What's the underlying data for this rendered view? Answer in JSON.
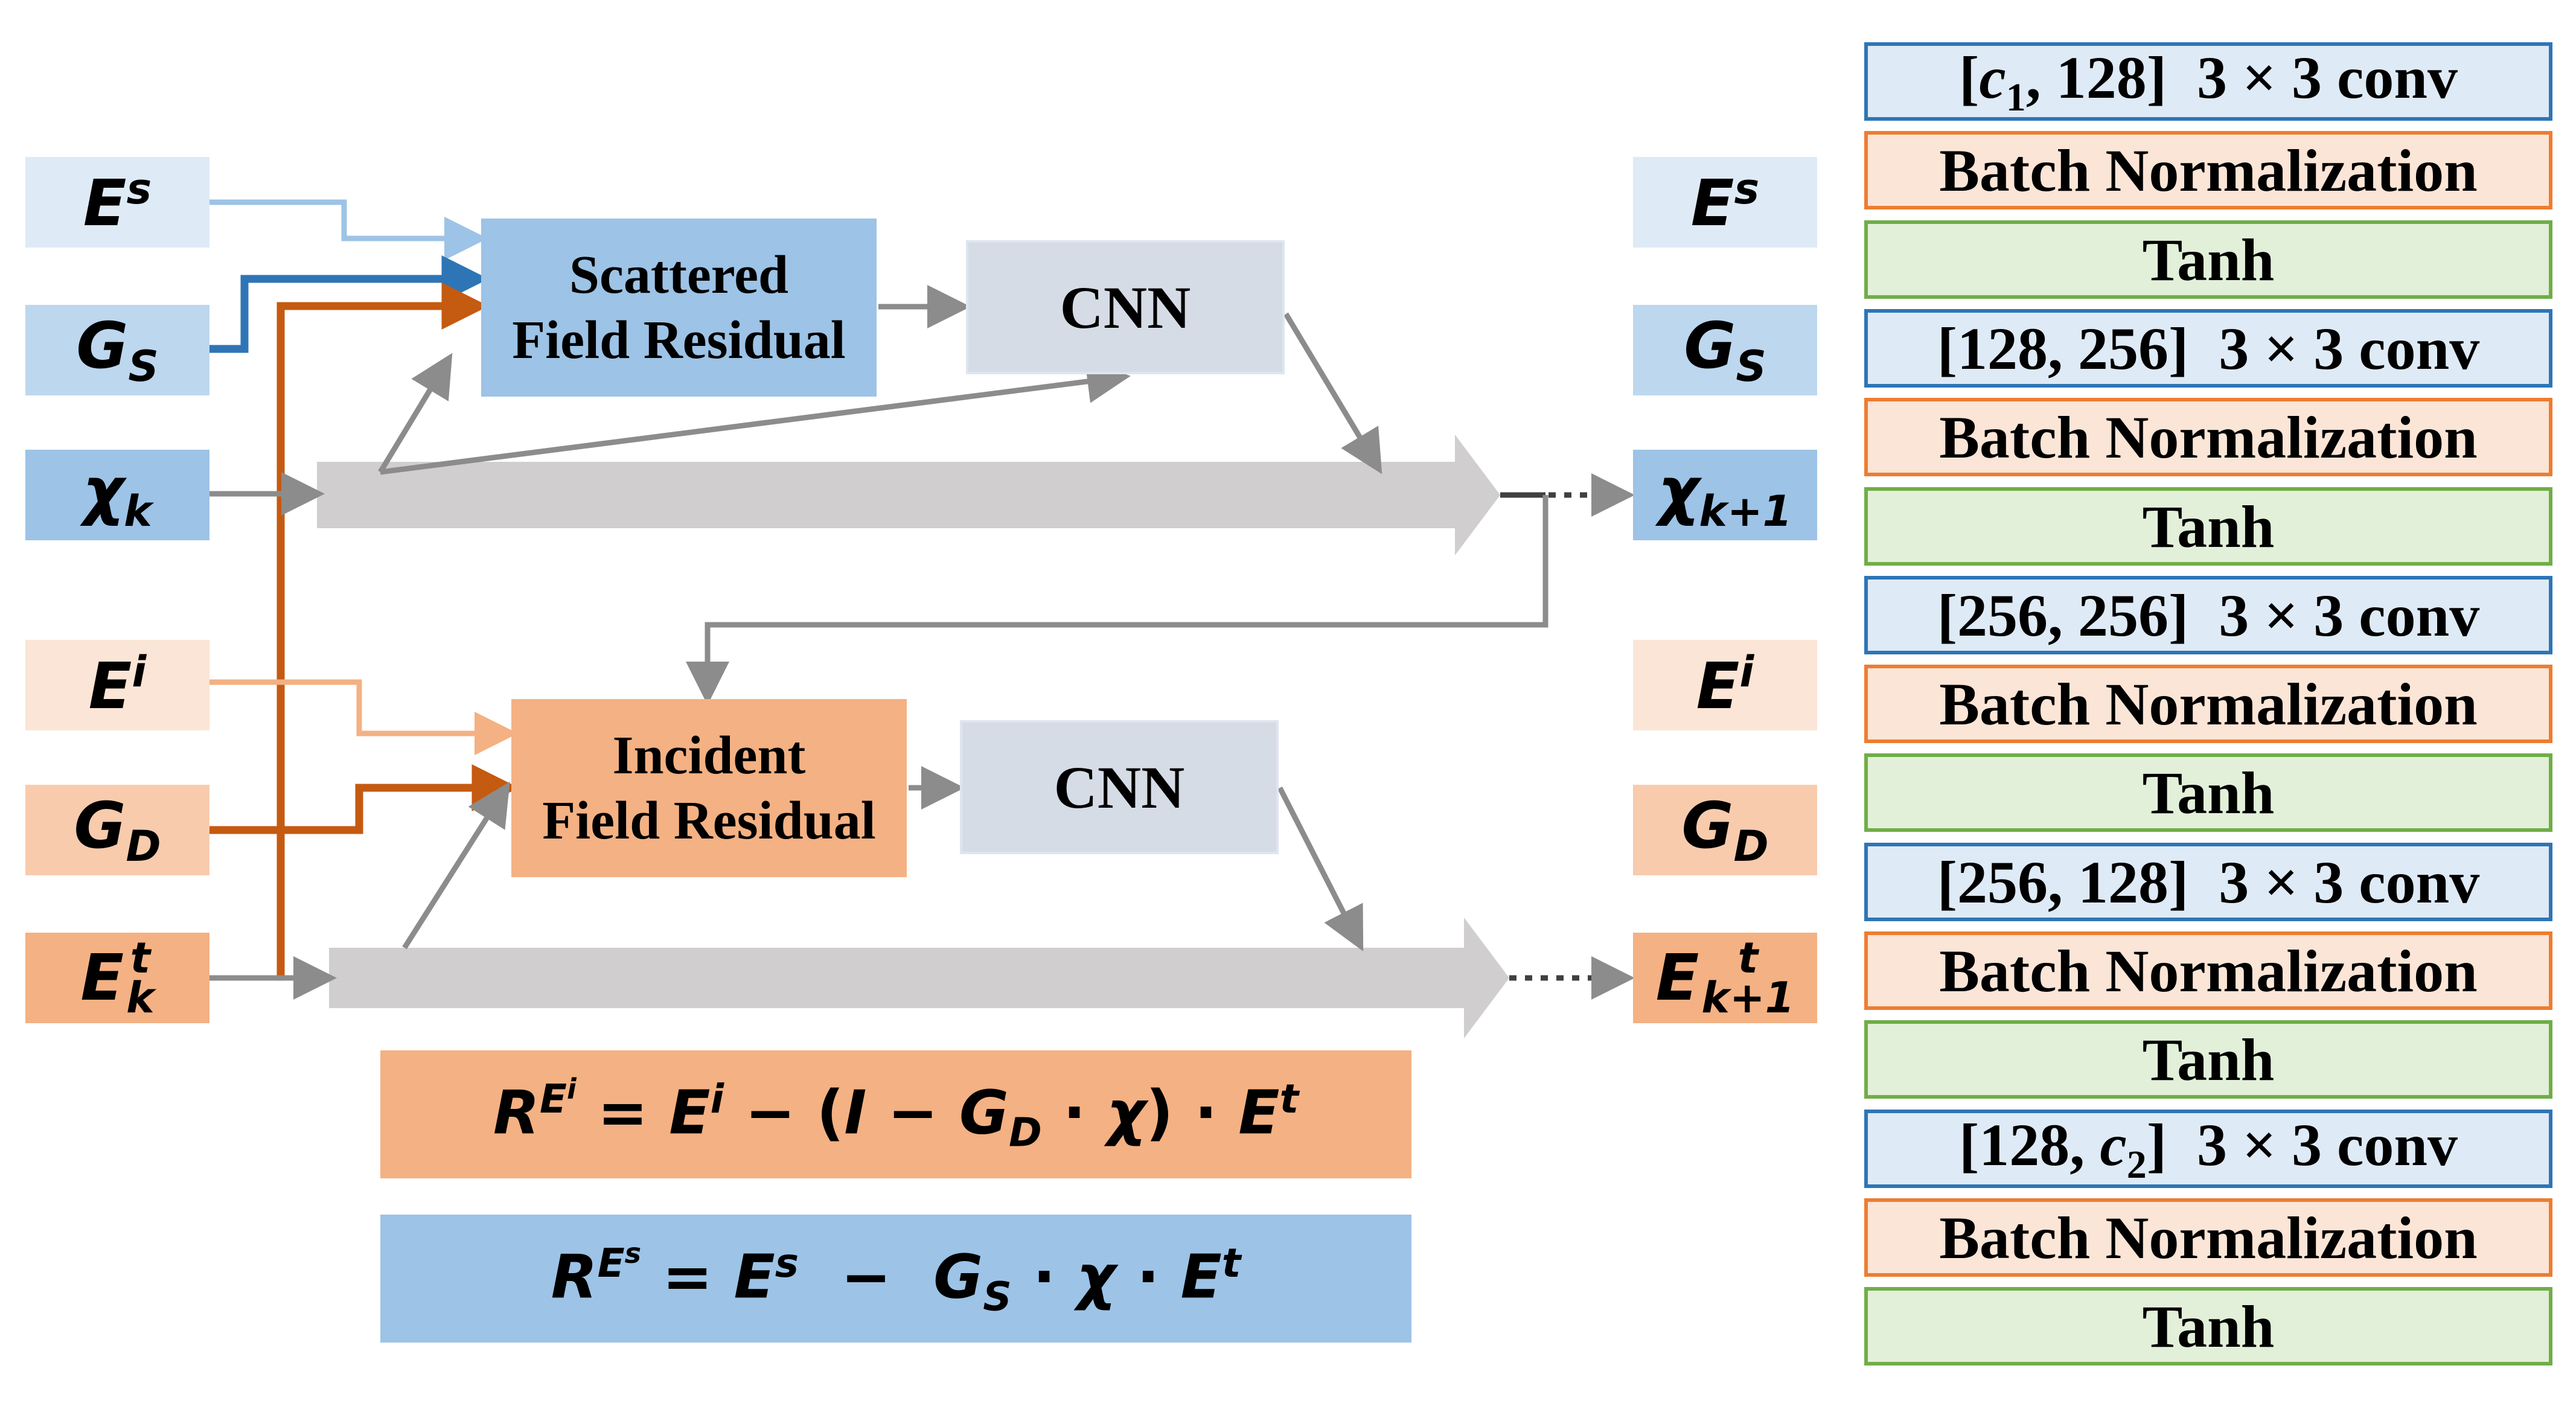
{
  "inputs": {
    "es": {
      "base": "E",
      "sup": "s",
      "sub": ""
    },
    "gs": {
      "base": "G",
      "sup": "",
      "sub": "S"
    },
    "chi": {
      "base": "χ",
      "sup": "",
      "sub": "k"
    },
    "ei": {
      "base": "E",
      "sup": "i",
      "sub": ""
    },
    "gd": {
      "base": "G",
      "sup": "",
      "sub": "D"
    },
    "et": {
      "base": "E",
      "sup": "t",
      "sub": "k"
    }
  },
  "outputs": {
    "es": {
      "base": "E",
      "sup": "s",
      "sub": ""
    },
    "gs": {
      "base": "G",
      "sup": "",
      "sub": "S"
    },
    "chi": {
      "base": "χ",
      "sup": "",
      "sub": "k+1"
    },
    "ei": {
      "base": "E",
      "sup": "i",
      "sub": ""
    },
    "gd": {
      "base": "G",
      "sup": "",
      "sub": "D"
    },
    "et": {
      "base": "E",
      "sup": "t",
      "sub": "k+1"
    }
  },
  "blocks": {
    "scattered_line1": "Scattered",
    "scattered_line2": "Field Residual",
    "incident_line1": "Incident",
    "incident_line2": "Field Residual",
    "cnn_top": "CNN",
    "cnn_bottom": "CNN"
  },
  "equations": {
    "incident": {
      "lhs": "R",
      "lhs_sup": "E",
      "lhs_supsup": "i",
      "eq1": " = ",
      "e": "E",
      "e_sup": "i",
      "minus": " − (",
      "i": "I",
      "minus2": " − ",
      "g": "G",
      "g_sub": "D",
      "dot1": " · ",
      "chi": "χ",
      "close": ") · ",
      "et": "E",
      "et_sup": "t"
    },
    "scattered": {
      "lhs": "R",
      "lhs_sup": "E",
      "lhs_supsup": "s",
      "eq1": " = ",
      "e": "E",
      "e_sup": "s",
      "minus": "  −  ",
      "g": "G",
      "g_sub": "S",
      "dot1": " · ",
      "chi": "χ",
      "dot2": " · ",
      "et": "E",
      "et_sup": "t"
    }
  },
  "cnn_layers": [
    {
      "kind": "conv",
      "pre": "[",
      "var": "c",
      "var_sub": "1",
      "post": ", 128]  3 × 3 conv"
    },
    {
      "kind": "bn",
      "text": "Batch Normalization"
    },
    {
      "kind": "tanh",
      "text": "Tanh"
    },
    {
      "kind": "conv",
      "pre": "[128, 256]  3 × 3 conv",
      "var": "",
      "var_sub": "",
      "post": ""
    },
    {
      "kind": "bn",
      "text": "Batch Normalization"
    },
    {
      "kind": "tanh",
      "text": "Tanh"
    },
    {
      "kind": "conv",
      "pre": "[256, 256]  3 × 3 conv",
      "var": "",
      "var_sub": "",
      "post": ""
    },
    {
      "kind": "bn",
      "text": "Batch Normalization"
    },
    {
      "kind": "tanh",
      "text": "Tanh"
    },
    {
      "kind": "conv",
      "pre": "[256, 128]  3 × 3 conv",
      "var": "",
      "var_sub": "",
      "post": ""
    },
    {
      "kind": "bn",
      "text": "Batch Normalization"
    },
    {
      "kind": "tanh",
      "text": "Tanh"
    },
    {
      "kind": "conv",
      "pre": "[128, ",
      "var": "c",
      "var_sub": "2",
      "post": "]  3 × 3 conv"
    },
    {
      "kind": "bn",
      "text": "Batch Normalization"
    },
    {
      "kind": "tanh",
      "text": "Tanh"
    }
  ],
  "colors": {
    "es_box": "#deeaf6",
    "gs_box": "#bdd7ee",
    "chi_box": "#9dc3e6",
    "ei_box": "#fbe5d6",
    "gd_box": "#f8cbad",
    "et_box": "#f4b183",
    "scattered_block": "#9dc3e6",
    "incident_block": "#f4b183",
    "cnn_block": "#d6dce5",
    "flow_arrow": "#d0cece",
    "line_gray": "#8c8c8c",
    "line_light_blue": "#9dc3e6",
    "line_dark_blue": "#2e75b6",
    "line_orange_dark": "#c55a11",
    "line_orange_light": "#f4b183",
    "conv_fill": "#deeaf6",
    "conv_border": "#2e75b6",
    "bn_fill": "#fbe5d6",
    "bn_border": "#ed7d31",
    "tanh_fill": "#e2f0d9",
    "tanh_border": "#70ad47",
    "eq_incident_fill": "#f4b183",
    "eq_scattered_fill": "#9dc3e6"
  }
}
